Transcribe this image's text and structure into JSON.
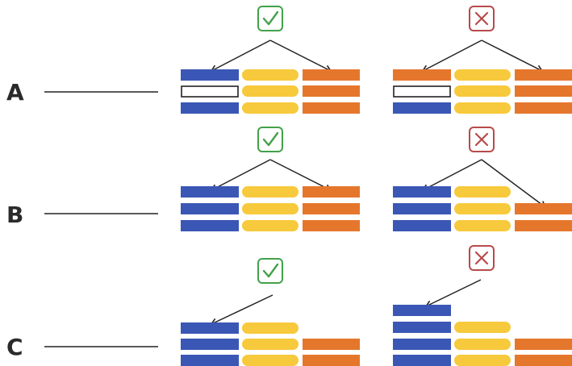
{
  "rows": [
    {
      "label": "A"
    },
    {
      "label": "B"
    },
    {
      "label": "C"
    }
  ],
  "markers": {
    "correct": {
      "icon": "check-icon",
      "color": "#43a14a"
    },
    "incorrect": {
      "icon": "cross-icon",
      "color": "#b84a4a"
    }
  },
  "colors": {
    "blue": "#3b57b5",
    "yellow": "#f7c93c",
    "orange": "#e5772d",
    "line": "#222222",
    "empty_slot": "#ffffff"
  }
}
